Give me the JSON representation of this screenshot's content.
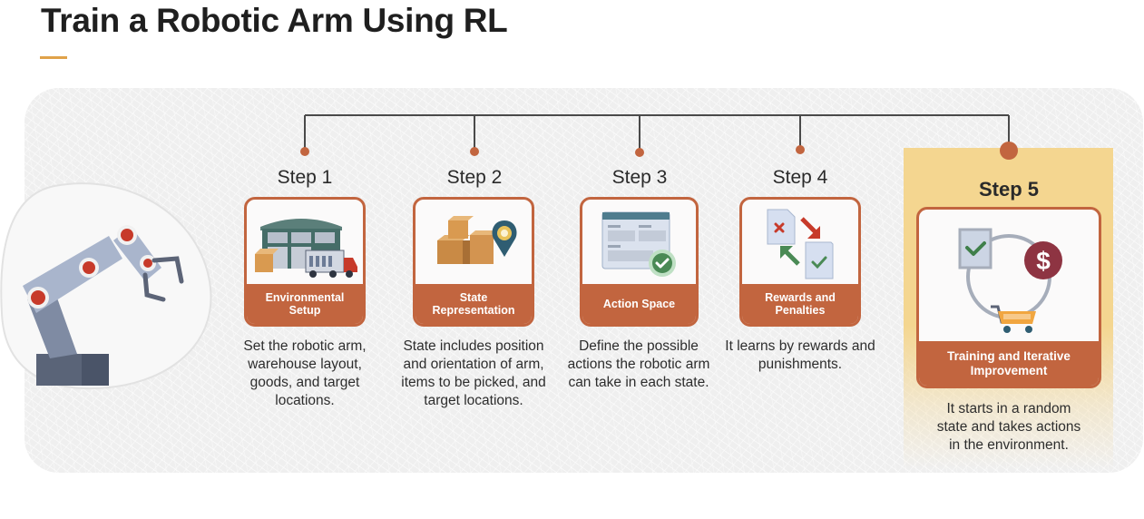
{
  "title": "Train a Robotic Arm Using RL",
  "colors": {
    "accent": "#c2653f",
    "underline": "#e0a24a",
    "highlight": "#f4d690",
    "connector": "#4a4a4a",
    "panel": "#efefef"
  },
  "illustration": {
    "icon": "robotic-arm-icon"
  },
  "steps": [
    {
      "step_label": "Step 1",
      "card_title": "Environmental Setup",
      "icon": "warehouse-truck-icon",
      "description": "Set the robotic arm, warehouse layout, goods, and target locations.",
      "active": false
    },
    {
      "step_label": "Step 2",
      "card_title": "State Representation",
      "icon": "boxes-location-pin-icon",
      "description": "State includes position and orientation of arm, items to be picked, and target locations.",
      "active": false
    },
    {
      "step_label": "Step 3",
      "card_title": "Action Space",
      "icon": "form-checkmark-icon",
      "description": "Define the possible actions the robotic arm can take in each state.",
      "active": false
    },
    {
      "step_label": "Step 4",
      "card_title": "Rewards and Penalties",
      "icon": "documents-exchange-icon",
      "description": "It learns by rewards and punishments.",
      "active": false
    },
    {
      "step_label": "Step 5",
      "card_title": "Training and Iterative Improvement",
      "icon": "cycle-check-dollar-cart-icon",
      "description": "It starts in a random state and takes actions in the environment.",
      "active": true
    }
  ]
}
